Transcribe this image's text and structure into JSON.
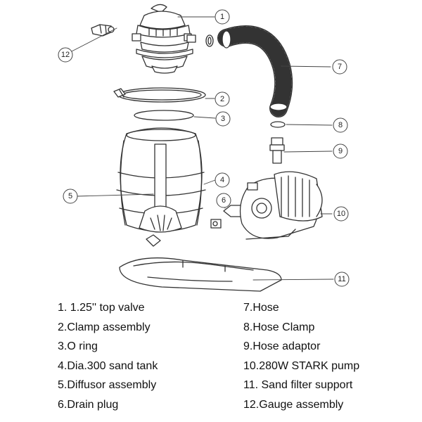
{
  "callouts": [
    "1",
    "2",
    "3",
    "4",
    "5",
    "6",
    "7",
    "8",
    "9",
    "10",
    "11",
    "12"
  ],
  "legend": {
    "left": [
      "1. 1.25'' top valve",
      "2.Clamp assembly",
      "3.O ring",
      "4.Dia.300 sand tank",
      "5.Diffusor assembly",
      "6.Drain plug"
    ],
    "right": [
      "7.Hose",
      "8.Hose Clamp",
      "9.Hose adaptor",
      "10.280W STARK pump",
      "11. Sand filter support",
      "12.Gauge assembly"
    ]
  }
}
